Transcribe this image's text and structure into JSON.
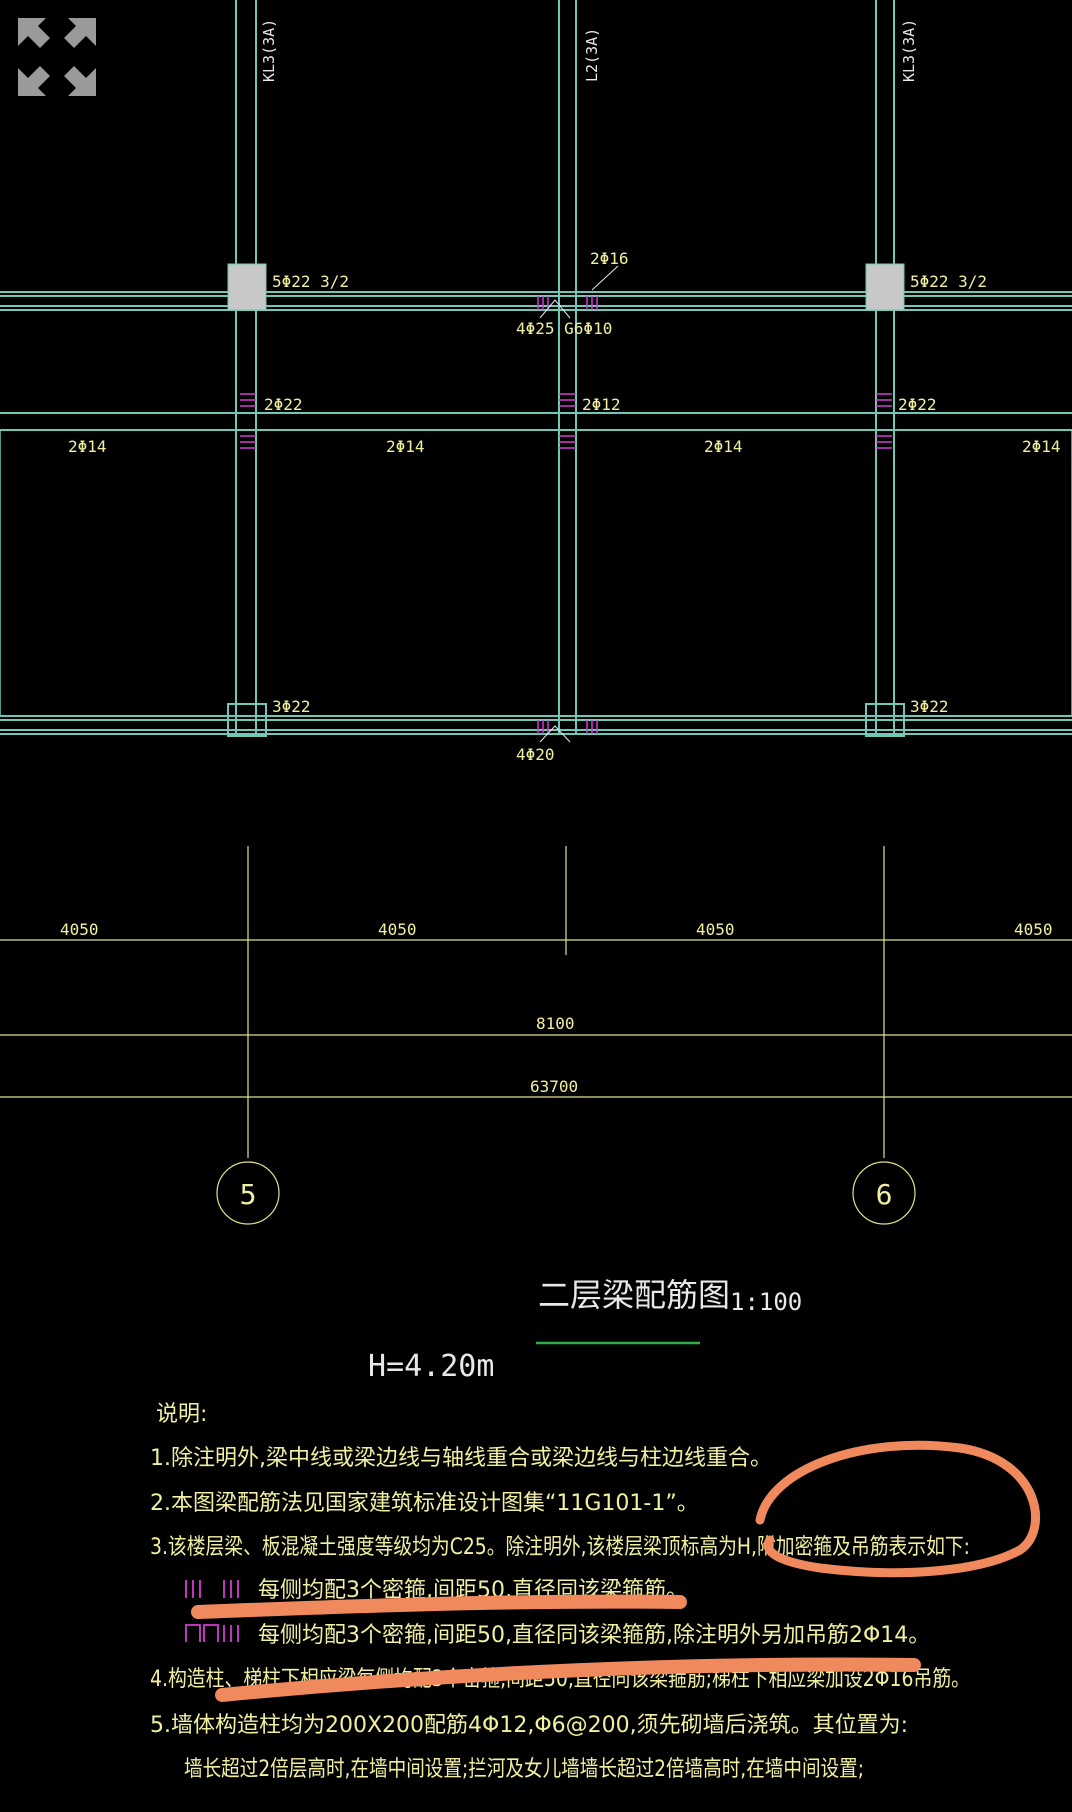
{
  "toolbar": {
    "fullscreen_icon": "expand-arrows-icon"
  },
  "beams": {
    "left": "KL3(3A)",
    "middle": "L2(3A)",
    "right": "KL3(3A)"
  },
  "rebar_labels": {
    "col_top_left": "5Φ22 3/2",
    "col_top_right": "5Φ22 3/2",
    "mid_top": "2Φ16",
    "mid_stirrup": "4Φ25 G6Φ10",
    "left_2": "2Φ22",
    "mid_2": "2Φ12",
    "right_2": "2Φ22",
    "span_1": "2Φ14",
    "span_2": "2Φ14",
    "span_3": "2Φ14",
    "span_4": "2Φ14",
    "bottom_left": "3Φ22",
    "bottom_right": "3Φ22",
    "bottom_mid": "4Φ20"
  },
  "dimensions": {
    "row1": [
      "4050",
      "4050",
      "4050",
      "4050"
    ],
    "row2": "8100",
    "row3": "63700"
  },
  "axes": {
    "left": "5",
    "right": "6"
  },
  "title": {
    "text": "二层梁配筋图",
    "scale": "1:100",
    "height": "H=4.20m"
  },
  "notes": {
    "heading": "说明:",
    "n1": "1.除注明外,梁中线或梁边线与轴线重合或梁边线与柱边线重合。",
    "n2": "2.本图梁配筋法见国家建筑标准设计图集“11G101-1”。",
    "n3": "3.该楼层梁、板混凝土强度等级均为C25。除注明外,该楼层梁顶标高为H,附加密箍及吊筋表示如下:",
    "n3a": "每侧均配3个密箍,间距50,直径同该梁箍筋。",
    "n3b": "每侧均配3个密箍,间距50,直径同该梁箍筋,除注明外另加吊筋2Φ14。",
    "n4": "4.构造柱、梯柱下相应梁每侧均配3个密箍,间距50,直径同该梁箍筋;梯柱下相应梁加设2Φ16吊筋。",
    "n5": "5.墙体构造柱均为200X200配筋4Φ12,Φ6@200,须先砌墙后浇筑。其位置为:",
    "n5a": "墙长超过2倍层高时,在墙中间设置;拦河及女儿墙墙长超过2倍墙高时,在墙中间设置;"
  },
  "colors": {
    "beam": "#6fc8b8",
    "column_fill": "#c8c8c8",
    "text_yellow": "#f2f0a0",
    "dim_line": "#e3e08a",
    "white_text": "#e8e8e8",
    "magenta": "#d43cd4",
    "markup": "#f08a5d",
    "title_line": "#2fae4a"
  }
}
